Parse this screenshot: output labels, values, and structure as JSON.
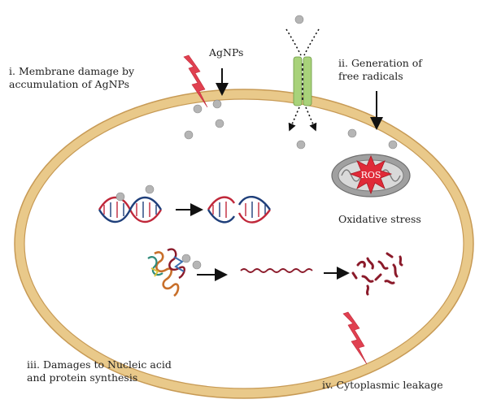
{
  "diagram": {
    "labels": {
      "membrane_damage_line1": "i. Membrane damage by",
      "membrane_damage_line2": "accumulation of AgNPs",
      "agnps": "AgNPs",
      "free_radicals_line1": "ii. Generation of",
      "free_radicals_line2": "free radicals",
      "ros": "ROS",
      "oxidative_stress": "Oxidative stress",
      "nucleic_damage_line1": "iii. Damages to Nucleic acid",
      "nucleic_damage_line2": "and protein synthesis",
      "leakage": "iv. Cytoplasmic leakage"
    },
    "colors": {
      "membrane": "#e9c98a",
      "membrane_edge": "#c79a55",
      "cytoplasm": "#ffffff",
      "nanoparticle": "#b5b5b5",
      "lightning": "#e04050",
      "channel": "#a8d27a",
      "mitochondrion": "#9a9a9a",
      "ros_star": "#e02a38",
      "dna_red": "#c0283a",
      "dna_blue": "#1f3f7a",
      "protein_chain": "#8b1a2a",
      "arrow": "#111111"
    },
    "icons": {
      "membrane_strike_top": "lightning-icon",
      "membrane_strike_bottom": "lightning-icon",
      "channel": "membrane-channel-icon",
      "mitochondrion": "mitochondrion-icon",
      "ros": "star-burst-icon",
      "dna": "dna-helix-icon",
      "protein": "protein-structure-icon"
    }
  }
}
